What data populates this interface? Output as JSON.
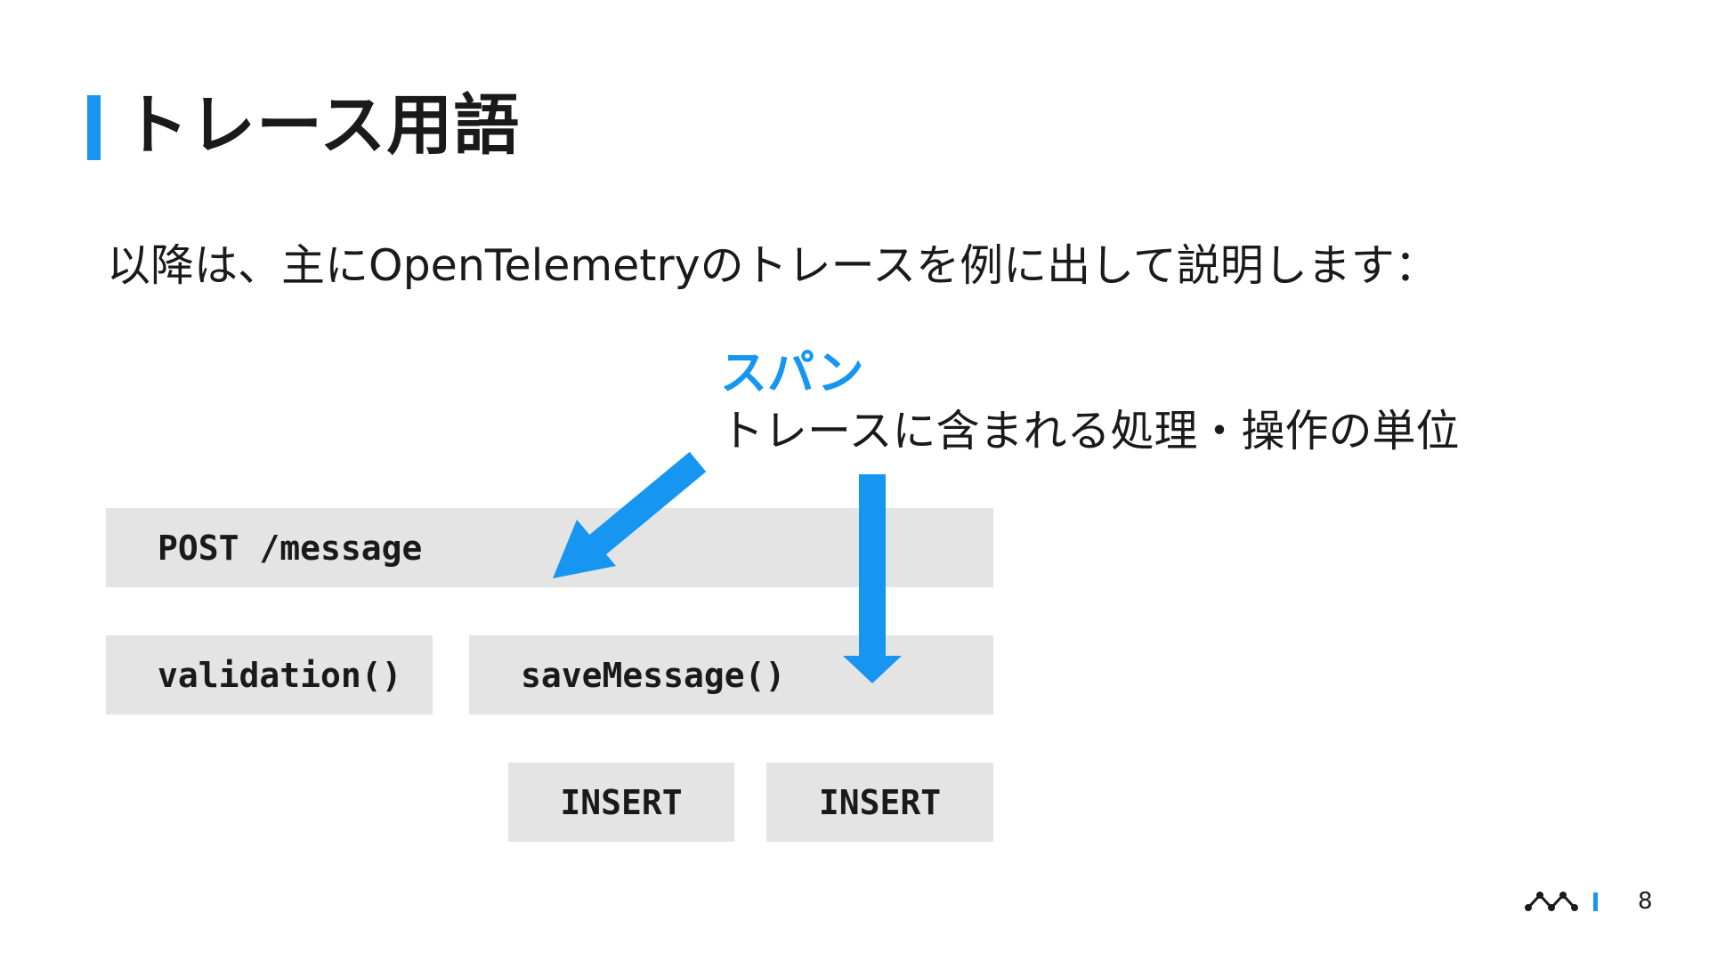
{
  "slide": {
    "title": "トレース用語",
    "lead": "以降は、主にOpenTelemetryのトレースを例に出して説明します：",
    "callout": {
      "term": "スパン",
      "description": "トレースに含まれる処理・操作の単位"
    },
    "spans": {
      "post": "POST /message",
      "validation": "validation()",
      "save": "saveMessage()",
      "insert1": "INSERT",
      "insert2": "INSERT"
    },
    "page_number": "8"
  },
  "colors": {
    "accent": "#1696f0",
    "span_fill": "#e4e4e4",
    "text": "#1a1a1a"
  },
  "icons": {
    "footer_logo": "company-logo-icon"
  }
}
